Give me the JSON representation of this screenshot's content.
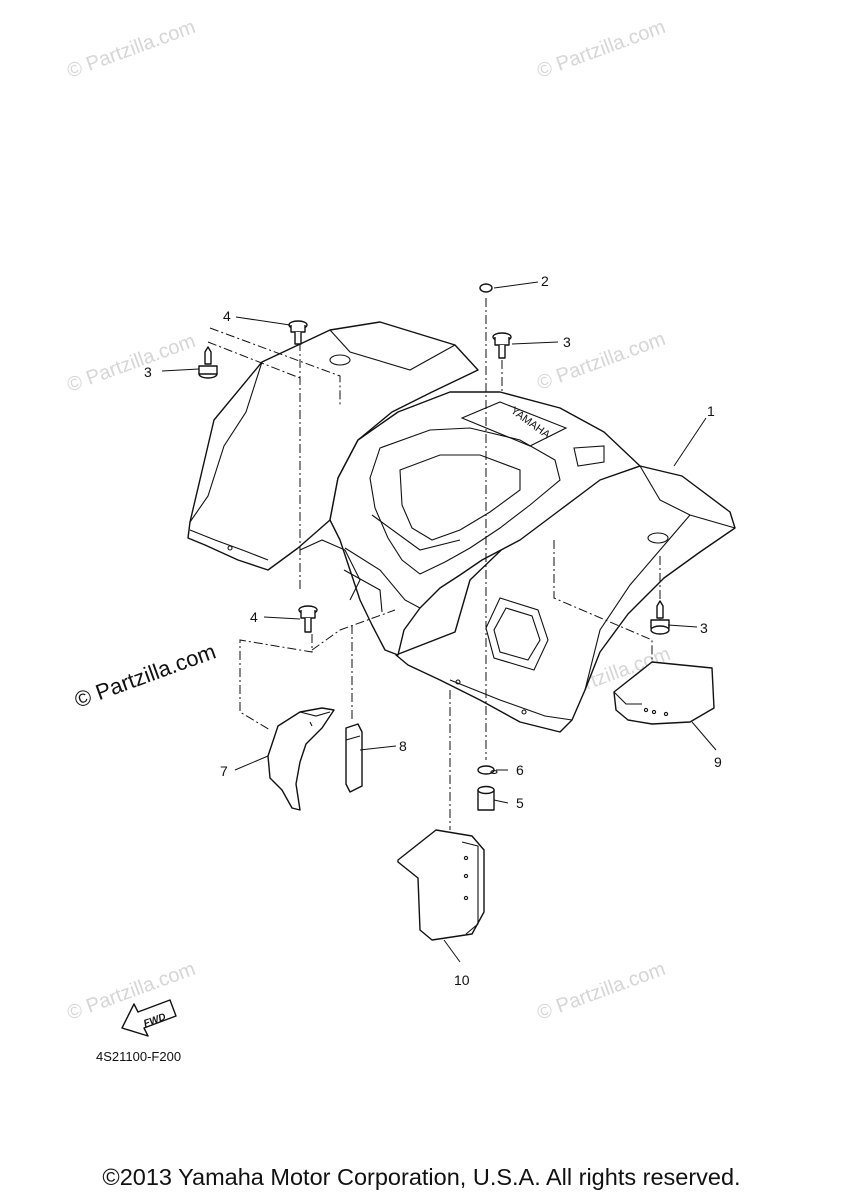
{
  "diagram": {
    "callouts": {
      "c1": "1",
      "c2": "2",
      "c3a": "3",
      "c3b": "3",
      "c3c": "3",
      "c4a": "4",
      "c4b": "4",
      "c5": "5",
      "c6": "6",
      "c7": "7",
      "c8": "8",
      "c9": "9",
      "c10": "10"
    },
    "fender_logo": "YAMAHA",
    "fwd_label": "FWD",
    "reference_code": "4S21100-F200"
  },
  "watermark": {
    "text": "© Partzilla.com",
    "prominent_text": "© Partzilla.com"
  },
  "footer": {
    "copyright": "©2013 Yamaha Motor Corporation, U.S.A. All rights reserved."
  }
}
